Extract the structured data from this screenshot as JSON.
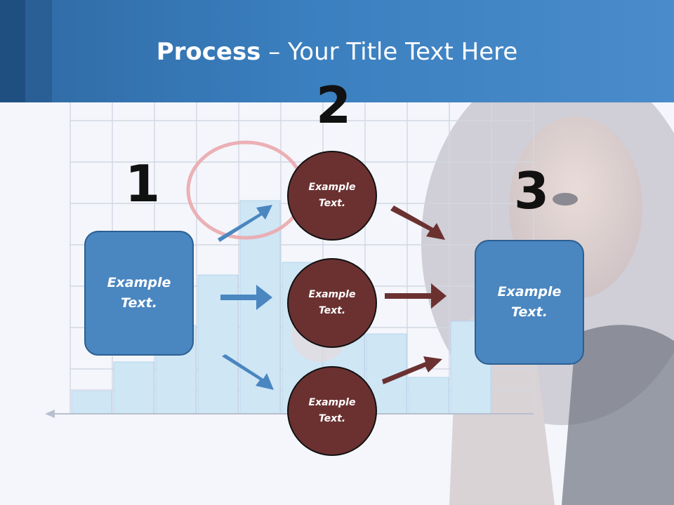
{
  "slide": {
    "title_bold": "Process",
    "title_rest": " – Your Title Text Here"
  },
  "steps": {
    "step1_number": "1",
    "step2_number": "2",
    "step3_number": "3"
  },
  "boxes": {
    "left_text": "Example\nText.",
    "right_text": "Example\nText."
  },
  "circles": [
    {
      "text": "Example\nText."
    },
    {
      "text": "Example\nText."
    },
    {
      "text": "Example\nText."
    }
  ],
  "colors": {
    "box_fill": "#4a86c0",
    "circle_fill": "#6b3131",
    "blue_arrow": "#4a86c0",
    "brown_arrow": "#6b3131",
    "header": "#3a7fbf"
  }
}
